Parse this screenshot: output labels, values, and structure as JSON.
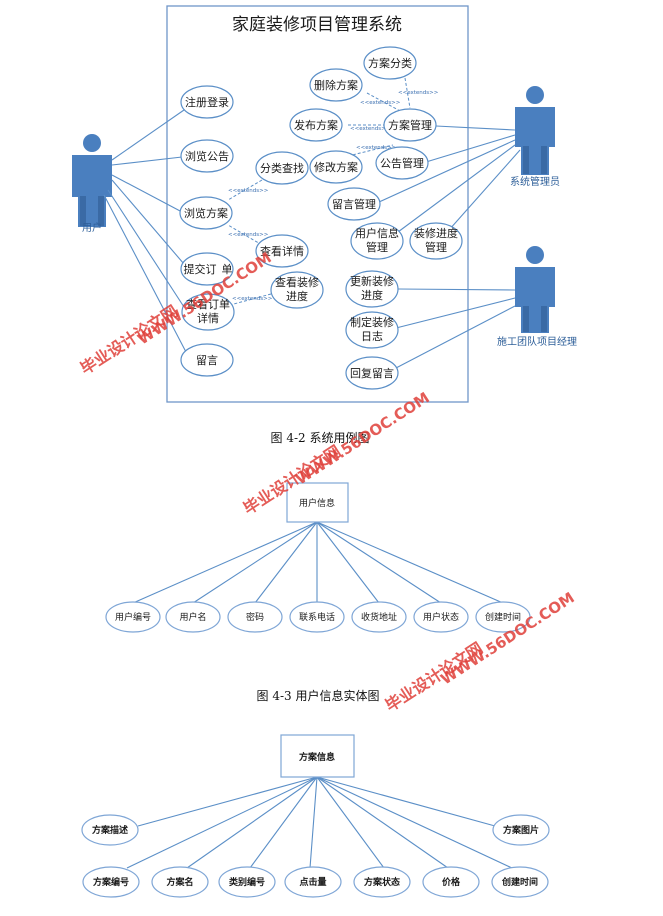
{
  "usecase_diagram": {
    "title": "家庭装修项目管理系统",
    "actors": {
      "user": "用户",
      "admin": "系统管理员",
      "manager": "施工团队项目经理"
    },
    "usecases": {
      "register_login": "注册登录",
      "browse_notice": "浏览公告",
      "browse_plan": "浏览方案",
      "submit_order_1": "提交订",
      "submit_order_2": "单",
      "view_order_1": "查看订单",
      "view_order_2": "详情",
      "message": "留言",
      "category_search": "分类查找",
      "view_detail": "查看详情",
      "view_progress_1": "查看装修",
      "view_progress_2": "进度",
      "delete_plan": "删除方案",
      "plan_category": "方案分类",
      "publish_plan": "发布方案",
      "plan_manage": "方案管理",
      "modify_plan": "修改方案",
      "notice_manage": "公告管理",
      "message_manage": "留言管理",
      "user_info_1": "用户信息",
      "user_info_2": "管理",
      "progress_manage_1": "装修进度",
      "progress_manage_2": "管理",
      "update_progress_1": "更新装修",
      "update_progress_2": "进度",
      "make_log_1": "制定装修",
      "make_log_2": "日志",
      "reply_message": "回复留言"
    },
    "extends_label": "<<extends>>",
    "caption": "图 4-2 系统用例图"
  },
  "user_entity": {
    "entity": "用户信息",
    "attributes": [
      "用户编号",
      "用户名",
      "密码",
      "联系电话",
      "收货地址",
      "用户状态",
      "创建时间"
    ],
    "caption": "图 4-3 用户信息实体图"
  },
  "plan_entity": {
    "entity": "方案信息",
    "side_attributes": [
      "方案描述",
      "方案图片"
    ],
    "attributes": [
      "方案编号",
      "方案名",
      "类别编号",
      "点击量",
      "方案状态",
      "价格",
      "创建时间"
    ]
  },
  "watermarks": [
    "毕业设计论文网",
    "WWW.56DOC.COM"
  ]
}
